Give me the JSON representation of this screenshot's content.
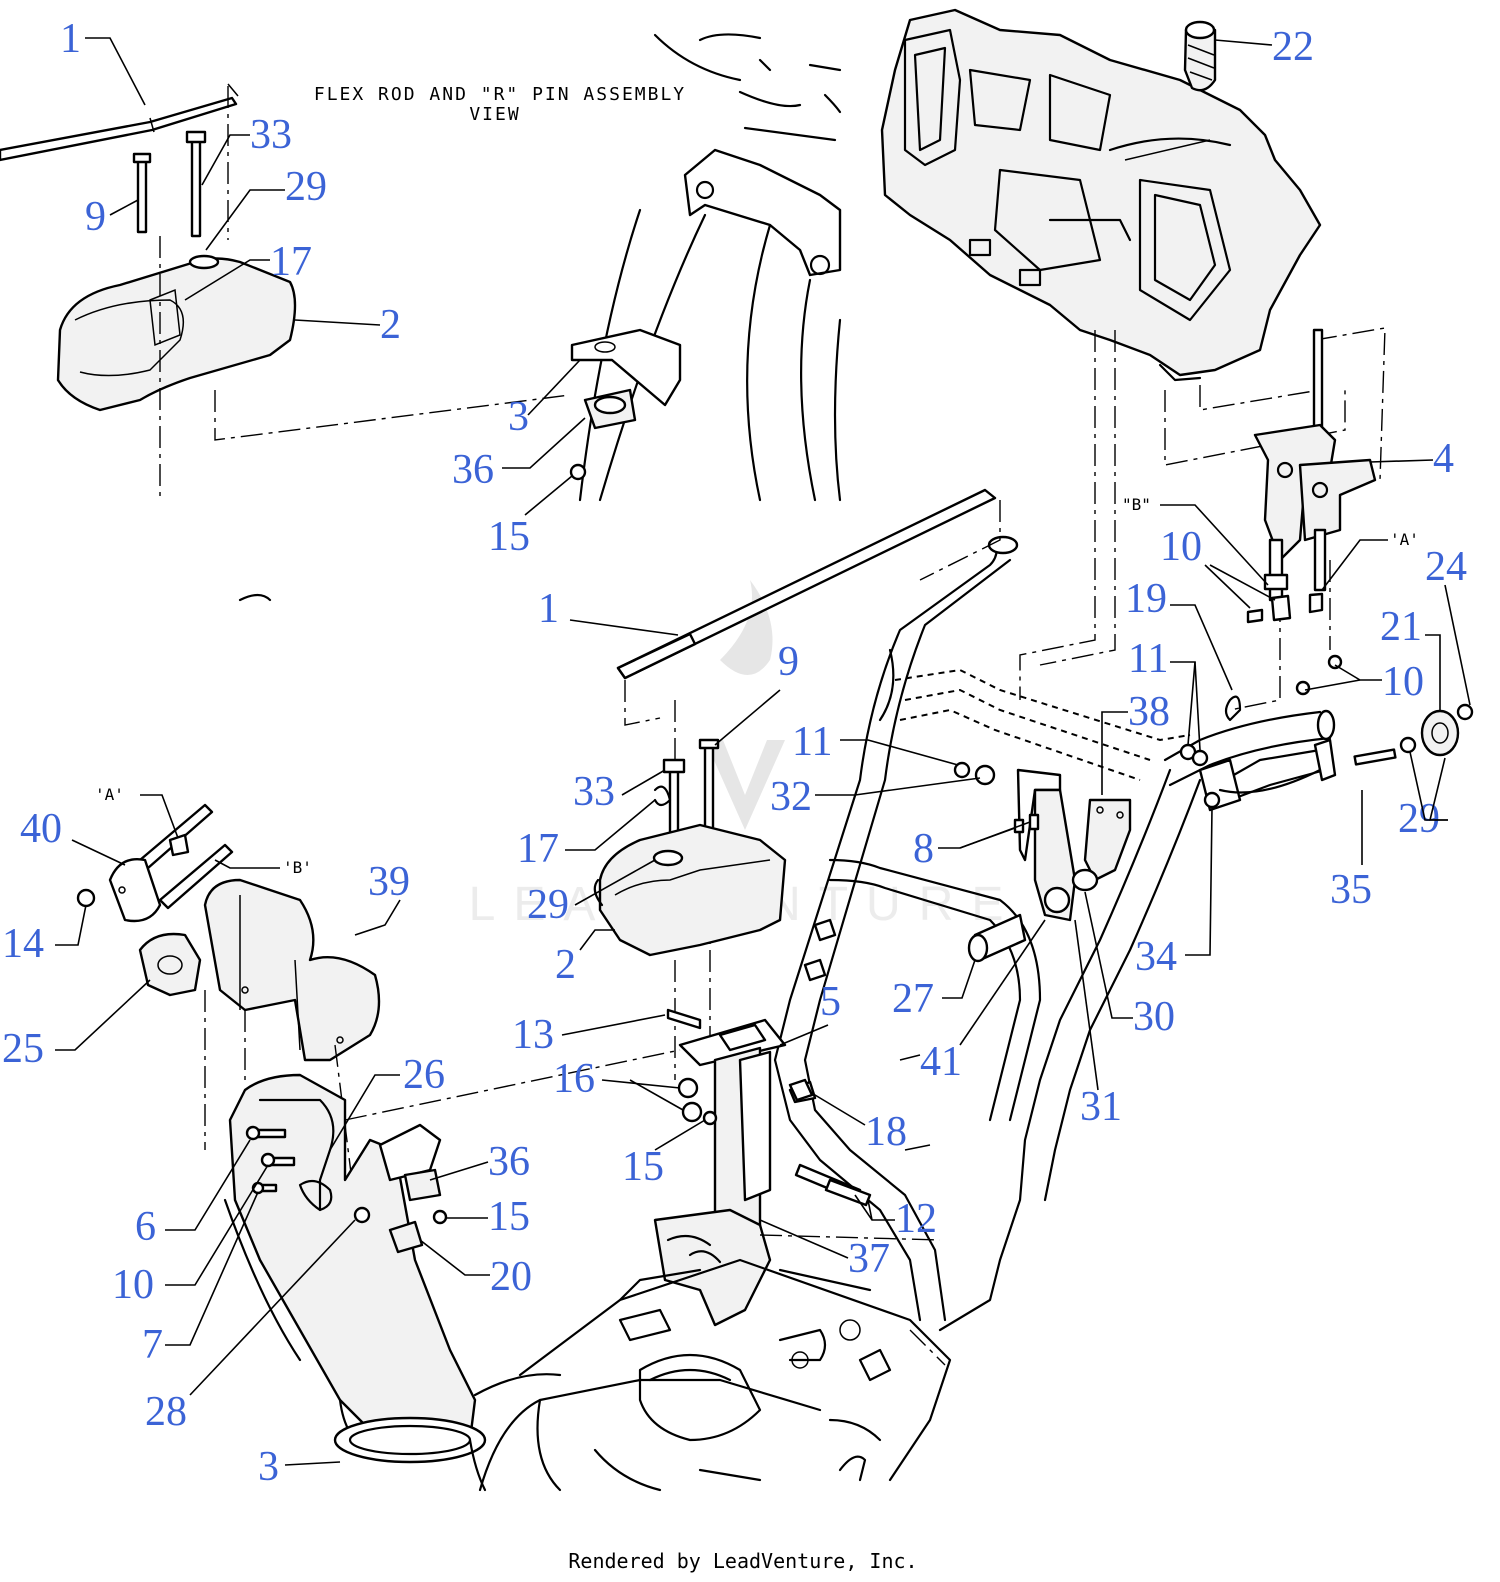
{
  "diagram": {
    "view_title_line1": "FLEX ROD AND \"R\" PIN ASSEMBLY",
    "view_title_line2": "VIEW",
    "footer": "Rendered by LeadVenture, Inc.",
    "watermark": "LEADVENTURE",
    "accent_color": "#3b63d6",
    "cable_labels": [
      "'A'",
      "'B'",
      "\"B\"",
      "'A'"
    ],
    "callouts": [
      "1",
      "33",
      "9",
      "29",
      "17",
      "2",
      "3",
      "36",
      "15",
      "22",
      "4",
      "10",
      "24",
      "21",
      "19",
      "11",
      "38",
      "10",
      "1",
      "9",
      "11",
      "32",
      "33",
      "17",
      "8",
      "29",
      "2",
      "39",
      "40",
      "14",
      "25",
      "27",
      "35",
      "29",
      "34",
      "30",
      "41",
      "31",
      "13",
      "5",
      "16",
      "18",
      "15",
      "26",
      "36",
      "15",
      "12",
      "6",
      "10",
      "7",
      "28",
      "20",
      "37",
      "3"
    ]
  }
}
